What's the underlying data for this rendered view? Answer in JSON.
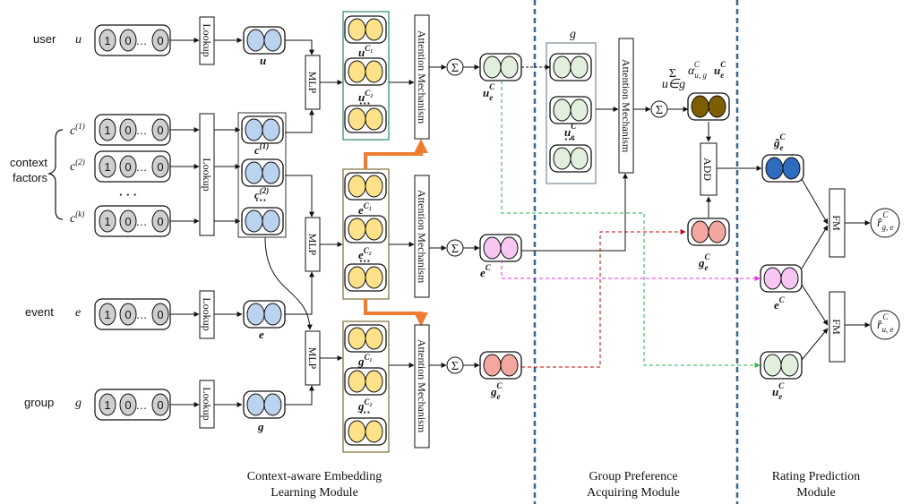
{
  "inputs": {
    "user_label": "user",
    "user_var": "u",
    "context_label_1": "context",
    "context_label_2": "factors",
    "c1": "c",
    "c1_sup": "(1)",
    "c2": "c",
    "c2_sup": "(2)",
    "ck": "c",
    "ck_sup": "(k)",
    "dots": "· · ·",
    "event_label": "event",
    "event_var": "e",
    "group_label": "group",
    "group_var": "g",
    "onehot": [
      "1",
      "0",
      "…",
      "0"
    ]
  },
  "blocks": {
    "lookup": "Lookup",
    "mlp": "MLP",
    "attention": "Attention Mechanism",
    "add": "ADD",
    "fm": "FM"
  },
  "embeddings": {
    "u": "u",
    "c_1": "c",
    "c_1_sup": "(1)",
    "c_2": "c",
    "c_2_sup": "(2)",
    "e": "e",
    "g": "g",
    "u_c1": "u",
    "u_c1_sup": "C₁",
    "u_c2": "u",
    "u_c2_sup": "C₂",
    "e_c1": "e",
    "e_c1_sup": "C₁",
    "e_c2": "e",
    "e_c2_sup": "C₂",
    "g_c1": "g",
    "g_c1_sup": "C₁",
    "g_c2": "g",
    "g_c2_sup": "C₂"
  },
  "outputs": {
    "sigma": "Σ",
    "u_e_C": "u",
    "u_e_C_sub": "e",
    "u_e_C_sup": "C",
    "e_C": "e",
    "e_C_sup": "C",
    "g_e_C": "g",
    "g_e_C_sub": "e",
    "g_e_C_sup": "C"
  },
  "group_module": {
    "g_label": "g",
    "u_e_C": "u",
    "u_e_C_sub": "e",
    "u_e_C_sup": "C",
    "formula_sum": "Σ",
    "formula_sum_sub": "u∈g",
    "formula_alpha": "α",
    "formula_alpha_sub": "u, g",
    "formula_alpha_sup": "C",
    "formula_u": "u",
    "formula_u_sub": "e",
    "formula_u_sup": "C",
    "g_e_C": "g",
    "g_e_C_sub": "e",
    "g_e_C_sup": "C"
  },
  "rating_module": {
    "g_tilde": "g̃",
    "g_tilde_sub": "e",
    "g_tilde_sup": "C",
    "e_C": "e",
    "e_C_sup": "C",
    "u_e_C": "u",
    "u_e_C_sub": "e",
    "u_e_C_sup": "C",
    "r_g": "r̂",
    "r_g_sub": "g, e",
    "r_g_sup": "C",
    "r_u": "r̂",
    "r_u_sub": "u, e",
    "r_u_sup": "C"
  },
  "modules": {
    "m1_line1": "Context-aware Embedding",
    "m1_line2": "Learning Module",
    "m2_line1": "Group Preference",
    "m2_line2": "Acquiring Module",
    "m3_line1": "Rating Prediction",
    "m3_line2": "Module"
  },
  "colors": {
    "blue": "#bcd3ef",
    "dark_blue": "#2e6cbf",
    "yellow": "#fde28a",
    "green": "#e1efdc",
    "pink": "#f7c6f1",
    "salmon": "#f4a7a1",
    "olive": "#7d5e00",
    "grey": "#cfcfcf",
    "orange": "#ee7d31",
    "green_dash": "#2ab34a",
    "magenta_dash": "#ee2ee8",
    "red_dash": "#c00000",
    "divider": "#3d6587",
    "teal_box": "#2a8a6a",
    "olive_box": "#7d6a3a",
    "slate_box": "#7a8a9a"
  }
}
